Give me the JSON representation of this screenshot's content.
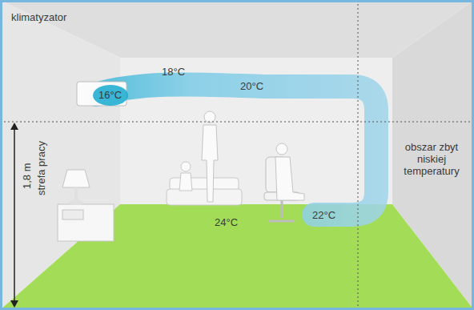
{
  "diagram": {
    "labels": [
      "klimatyzator",
      "18°C",
      "16°C",
      "20°C",
      "obszar zbyt niskiej temperatury",
      "1,8 m",
      "strefa pracy",
      "24°C",
      "22°C"
    ]
  }
}
